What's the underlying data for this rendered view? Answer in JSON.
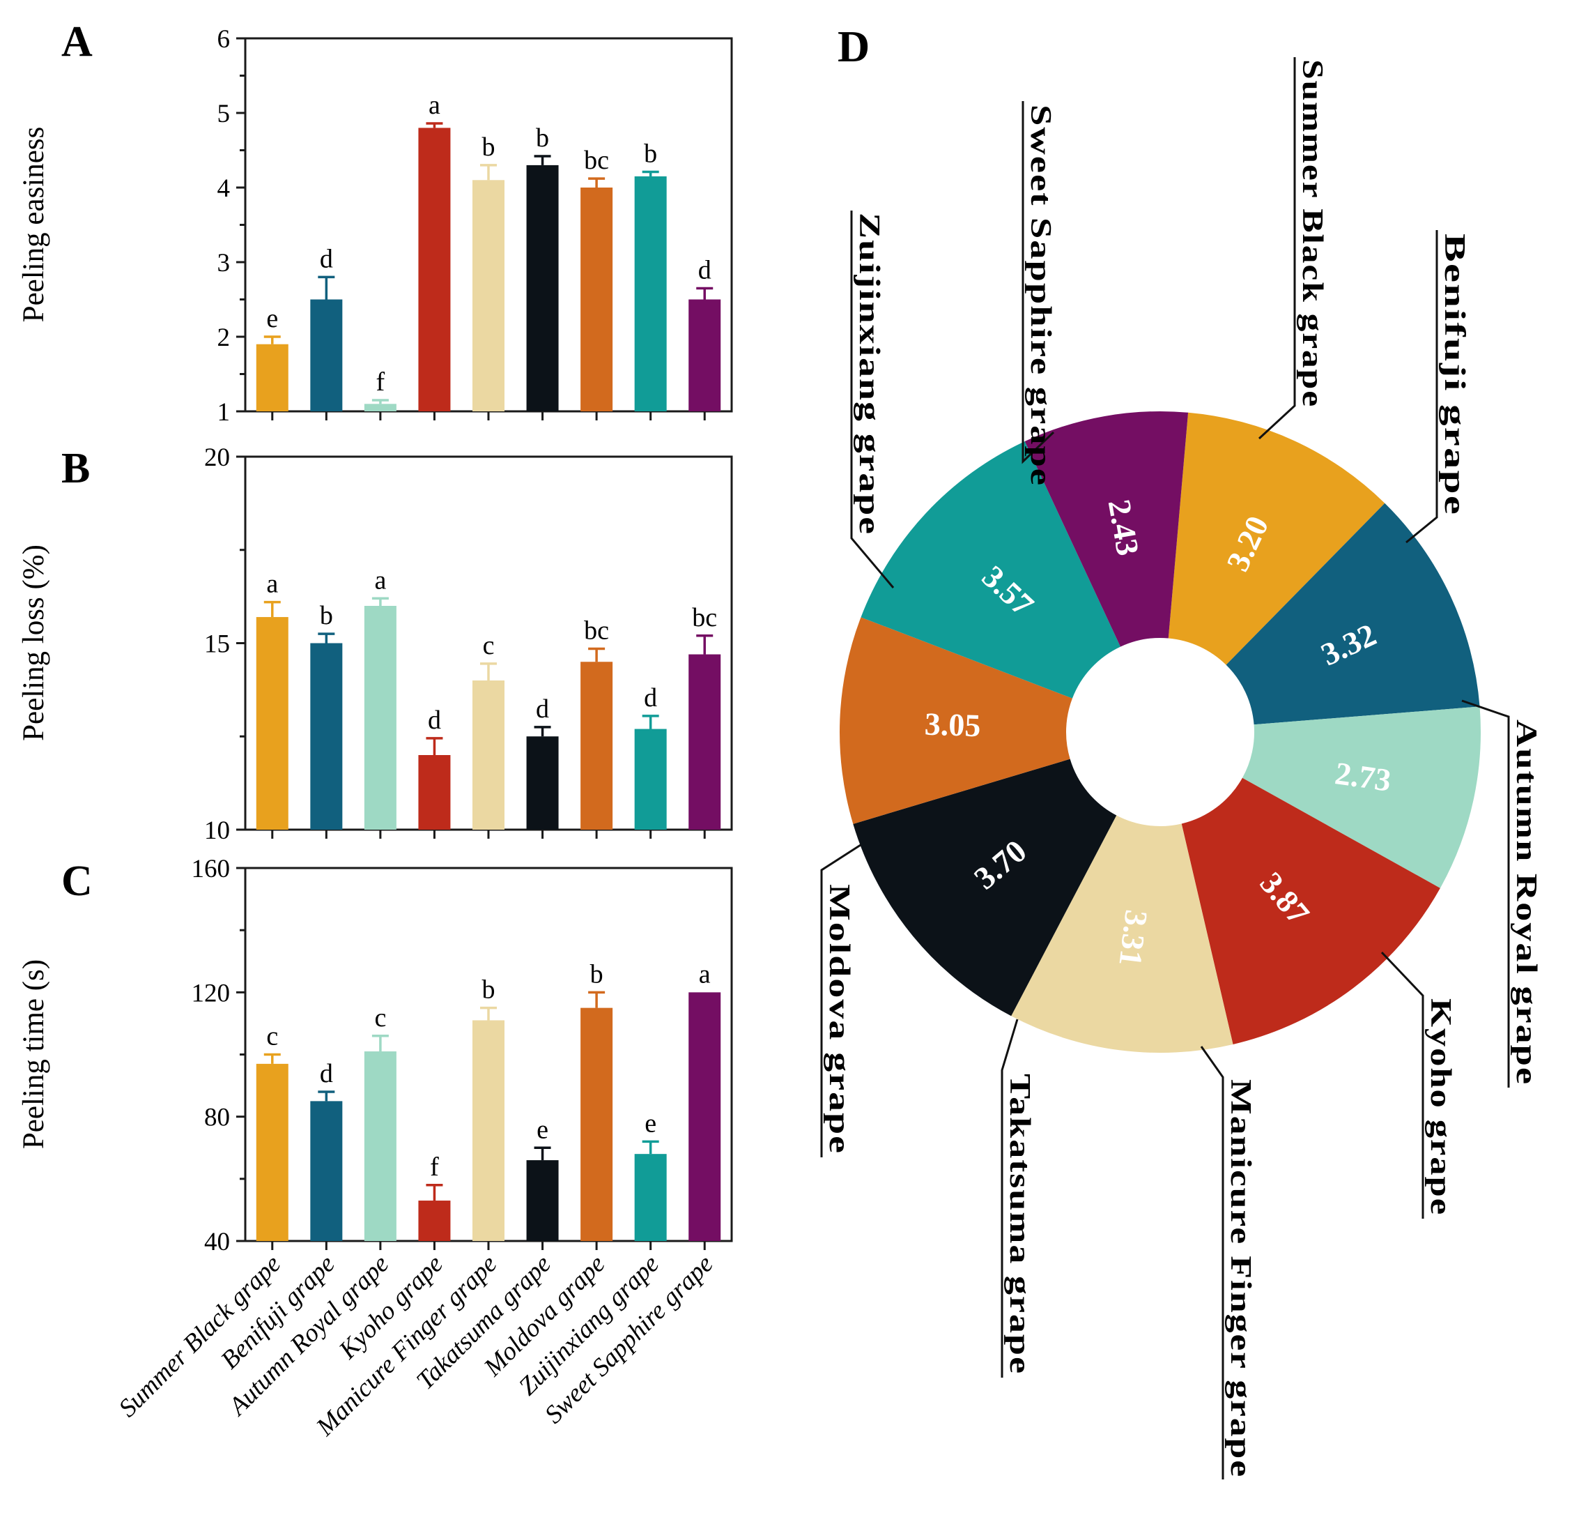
{
  "panel_d_label": "D",
  "categories": [
    "Summer Black grape",
    "Benifuji grape",
    "Autumn Royal grape",
    "Kyoho grape",
    "Manicure Finger grape",
    "Takatsuma grape",
    "Moldova grape",
    "Zuijinxiang grape",
    "Sweet Sapphire grape"
  ],
  "colors": [
    "#E8A11E",
    "#11607E",
    "#9ED9C4",
    "#BE2B1B",
    "#EBD8A2",
    "#0C1218",
    "#D26A1E",
    "#119C97",
    "#740E63"
  ],
  "chart_data": [
    {
      "type": "bar",
      "panel_label": "A",
      "ylabel": "Peeling easiness",
      "ylim": [
        1,
        6
      ],
      "yticks": [
        1,
        2,
        3,
        4,
        5,
        6
      ],
      "minor_step": 0.5,
      "grid": false,
      "categories": [
        "Summer Black grape",
        "Benifuji grape",
        "Autumn Royal grape",
        "Kyoho grape",
        "Manicure Finger grape",
        "Takatsuma grape",
        "Moldova grape",
        "Zuijinxiang grape",
        "Sweet Sapphire grape"
      ],
      "values": [
        1.9,
        2.5,
        1.1,
        4.8,
        4.1,
        4.3,
        4.0,
        4.15,
        2.5
      ],
      "errors": [
        0.1,
        0.3,
        0.05,
        0.06,
        0.2,
        0.12,
        0.12,
        0.06,
        0.15
      ],
      "sig_letters": [
        "e",
        "d",
        "f",
        "a",
        "b",
        "b",
        "bc",
        "b",
        "d"
      ]
    },
    {
      "type": "bar",
      "panel_label": "B",
      "ylabel": "Peeling loss (%)",
      "ylim": [
        10,
        20
      ],
      "yticks": [
        10,
        15,
        20
      ],
      "minor_step": 2.5,
      "grid": false,
      "categories": [
        "Summer Black grape",
        "Benifuji grape",
        "Autumn Royal grape",
        "Kyoho grape",
        "Manicure Finger grape",
        "Takatsuma grape",
        "Moldova grape",
        "Zuijinxiang grape",
        "Sweet Sapphire grape"
      ],
      "values": [
        15.7,
        15.0,
        16.0,
        12.0,
        14.0,
        12.5,
        14.5,
        12.7,
        14.7
      ],
      "errors": [
        0.4,
        0.25,
        0.2,
        0.45,
        0.45,
        0.25,
        0.35,
        0.35,
        0.5
      ],
      "sig_letters": [
        "a",
        "b",
        "a",
        "d",
        "c",
        "d",
        "bc",
        "d",
        "bc"
      ]
    },
    {
      "type": "bar",
      "panel_label": "C",
      "ylabel": "Peeling time (s)",
      "ylim": [
        40,
        160
      ],
      "yticks": [
        40,
        80,
        120,
        160
      ],
      "minor_step": 20,
      "grid": false,
      "categories": [
        "Summer Black grape",
        "Benifuji grape",
        "Autumn Royal grape",
        "Kyoho grape",
        "Manicure Finger grape",
        "Takatsuma grape",
        "Moldova grape",
        "Zuijinxiang grape",
        "Sweet Sapphire grape"
      ],
      "values": [
        97,
        85,
        101,
        53,
        111,
        66,
        115,
        68,
        120
      ],
      "errors": [
        3,
        3,
        5,
        5,
        4,
        4,
        5,
        4,
        0
      ],
      "sig_letters": [
        "c",
        "d",
        "c",
        "f",
        "b",
        "e",
        "b",
        "e",
        "a"
      ]
    },
    {
      "type": "pie",
      "panel_label": "D",
      "subtype": "donut",
      "labels": [
        "Summer Black grape",
        "Benifuji grape",
        "Autumn Royal grape",
        "Kyoho grape",
        "Manicure Finger grape",
        "Takatsuma grape",
        "Moldova grape",
        "Zuijinxiang grape",
        "Sweet Sapphire grape"
      ],
      "values": [
        3.2,
        3.32,
        2.73,
        3.87,
        3.31,
        3.7,
        3.05,
        3.57,
        2.43
      ],
      "display_values": [
        "3.20",
        "3.32",
        "2.73",
        "3.87",
        "3.31",
        "3.70",
        "3.05",
        "3.57",
        "2.43"
      ],
      "colors": [
        "#E8A11E",
        "#11607E",
        "#9ED9C4",
        "#BE2B1B",
        "#EBD8A2",
        "#0C1218",
        "#D26A1E",
        "#119C97",
        "#740E63"
      ],
      "value_text_color": "#ffffff",
      "start_angle_deg_cw_from_north": 5
    }
  ]
}
